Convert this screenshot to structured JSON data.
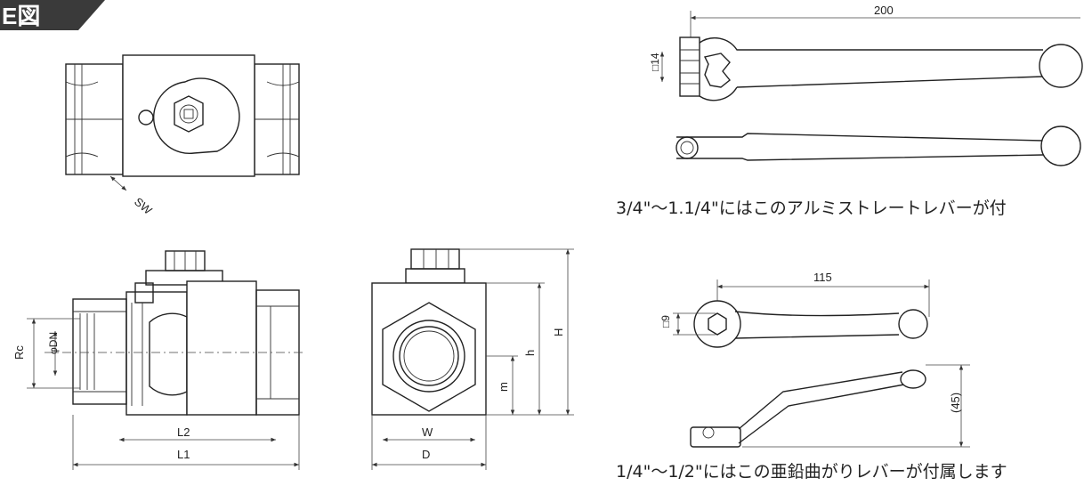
{
  "header": {
    "title_fragment": "E図",
    "bg_color": "#3a3a3a"
  },
  "labels": {
    "sw": "SW",
    "rc": "Rc",
    "dn": "φDN",
    "l2": "L2",
    "l1": "L1",
    "w": "W",
    "d": "D",
    "m": "m",
    "h_small": "h",
    "h_big": "H",
    "sq14": "□14",
    "sq9": "□9",
    "dim200": "200",
    "dim115": "115",
    "dim45": "(45)"
  },
  "captions": {
    "aluminum_lever": "3/4\"〜1.1/4\"にはこのアルミストレートレバーが付",
    "zinc_lever": "1/4\"〜1/2\"にはこの亜鉛曲がりレバーが付属します"
  },
  "components": {
    "top_view": "valve-top-view",
    "side_section_view": "valve-side-section-view",
    "end_view": "valve-end-view",
    "straight_lever": "aluminum-straight-lever",
    "bent_lever": "zinc-bent-lever"
  }
}
